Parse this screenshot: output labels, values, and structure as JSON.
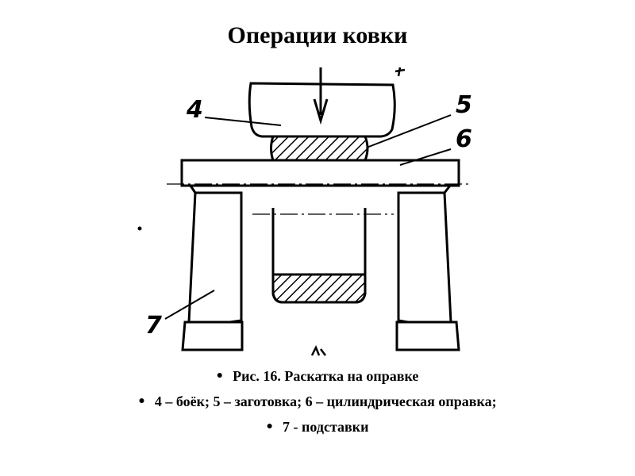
{
  "slide": {
    "title": "Операции ковки"
  },
  "diagram": {
    "labels": {
      "die": "4",
      "blank": "5",
      "mandrel": "6",
      "stand": "7"
    }
  },
  "bullets": [
    "Рис. 16.  Раскатка на оправке",
    "4 – боёк; 5 – заготовка; 6 – цилиндрическая оправка;",
    "7 - подставки"
  ]
}
